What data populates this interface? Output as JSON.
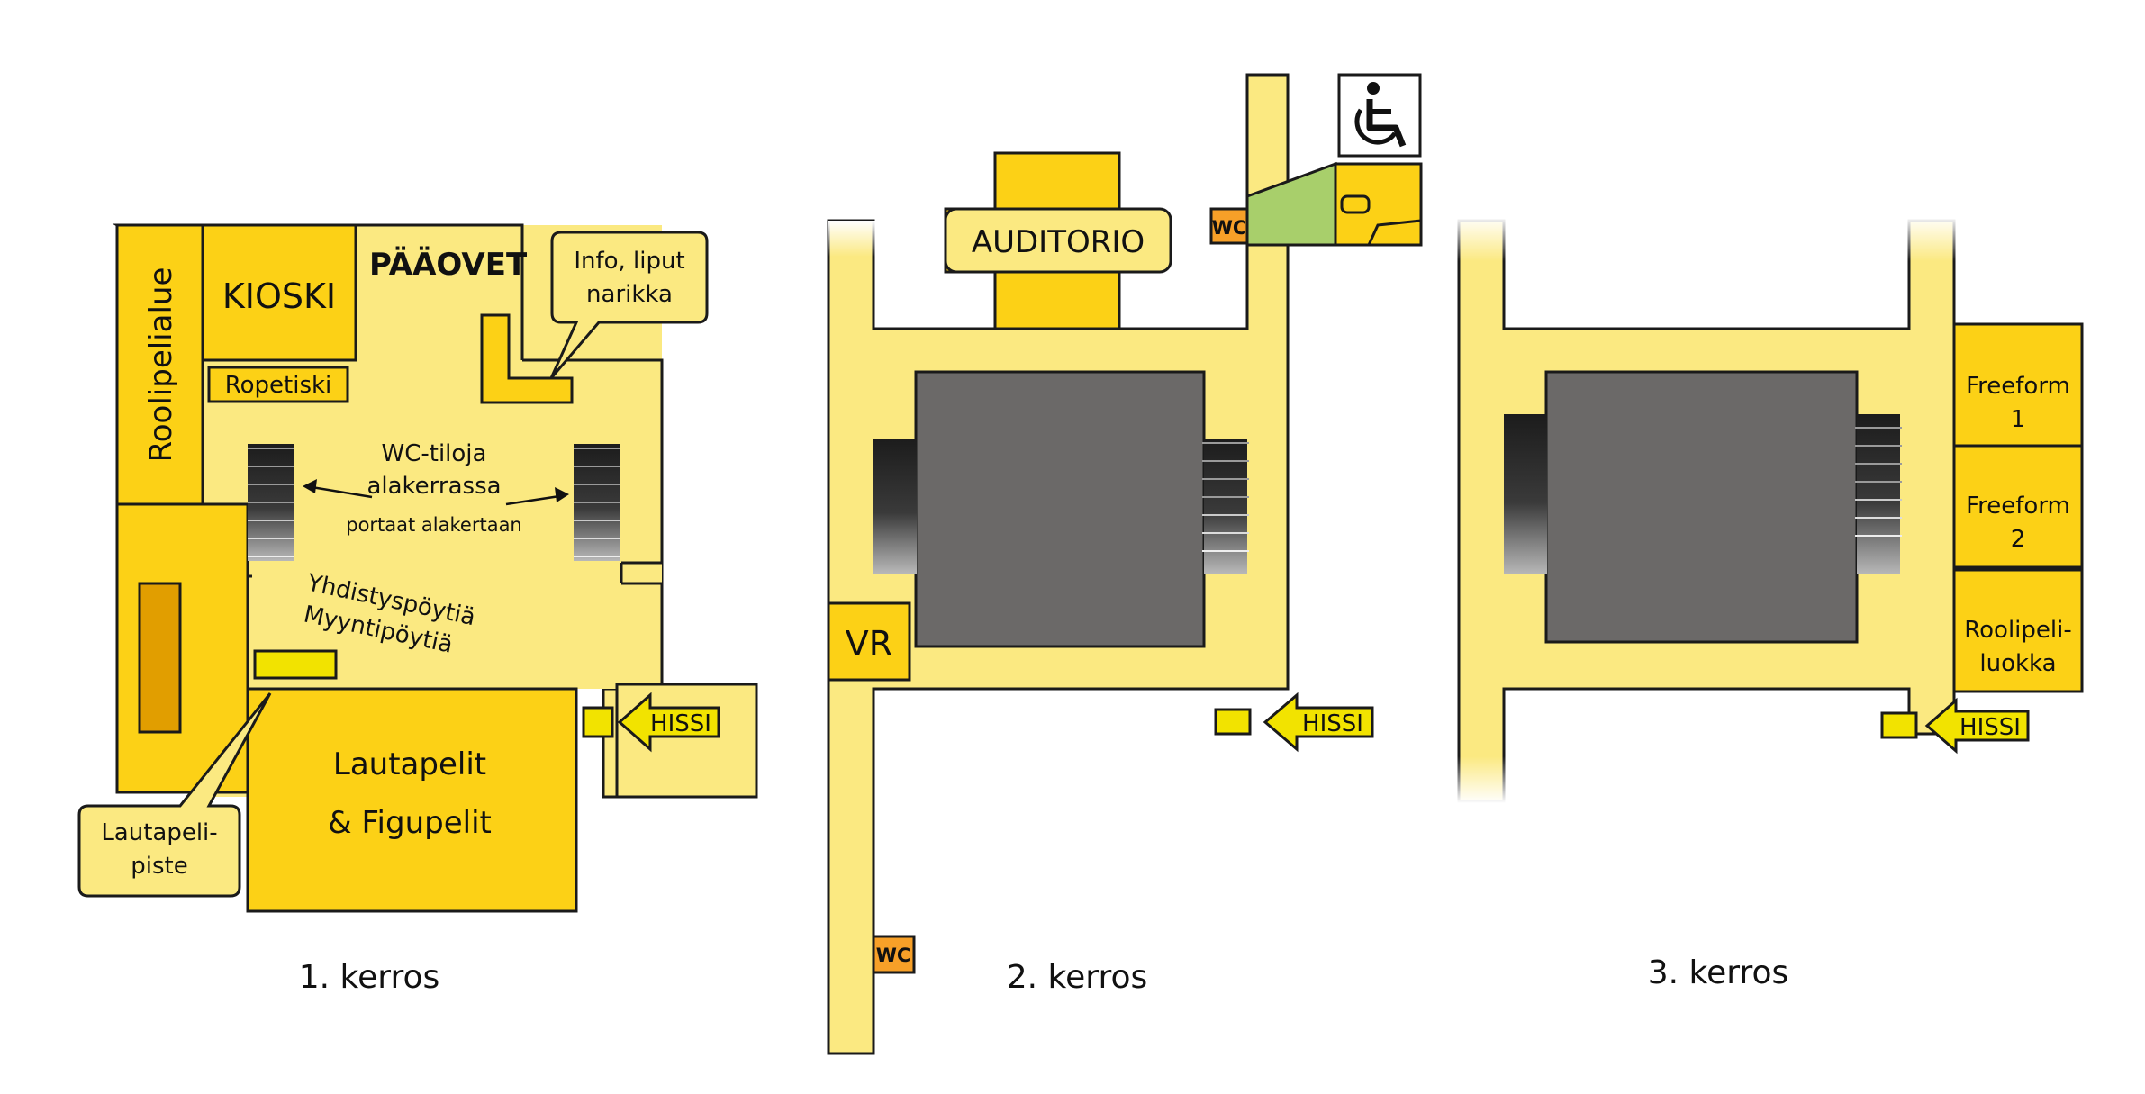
{
  "floors": [
    {
      "label": "1. kerros",
      "rooms": {
        "roolipelialue": "Roolipelialue",
        "kioski": "KIOSKI",
        "paaovet": "PÄÄOVET",
        "ropetiski": "Ropetiski",
        "lautapelit_line1": "Lautapelit",
        "lautapelit_line2": "& Figupelit"
      },
      "callouts": {
        "info_line1": "Info, liput",
        "info_line2": "narikka",
        "lautapelipiste_line1": "Lautapeli-",
        "lautapelipiste_line2": "piste"
      },
      "notes": {
        "wc_line1": "WC-tiloja",
        "wc_line2": "alakerrassa",
        "portaat": "portaat alakertaan",
        "yhdistys": "Yhdistyspöytiä",
        "myynti": "Myyntipöytiä"
      },
      "elevator": "HISSI"
    },
    {
      "label": "2. kerros",
      "rooms": {
        "auditorio": "AUDITORIO",
        "vr": "VR",
        "wc_top": "WC",
        "wc_bottom": "WC"
      },
      "elevator": "HISSI"
    },
    {
      "label": "3. kerros",
      "rooms": {
        "freeform1_line1": "Freeform",
        "freeform1_line2": "1",
        "freeform2_line1": "Freeform",
        "freeform2_line2": "2",
        "roolipeli_line1": "Roolipeli-",
        "roolipeli_line2": "luokka"
      },
      "elevator": "HISSI"
    }
  ],
  "icons": {
    "accessibility": "wheelchair-icon",
    "elevator": "arrow-left-icon"
  },
  "colors": {
    "corridor": "#fbe981",
    "room": "#fcd116",
    "room_dark": "#e19e00",
    "wc": "#f7a028",
    "elevator_box": "#f2e300",
    "stair_block": "#6b6968",
    "access_ramp": "#a8cf6b",
    "outline": "#1a1a1a"
  }
}
